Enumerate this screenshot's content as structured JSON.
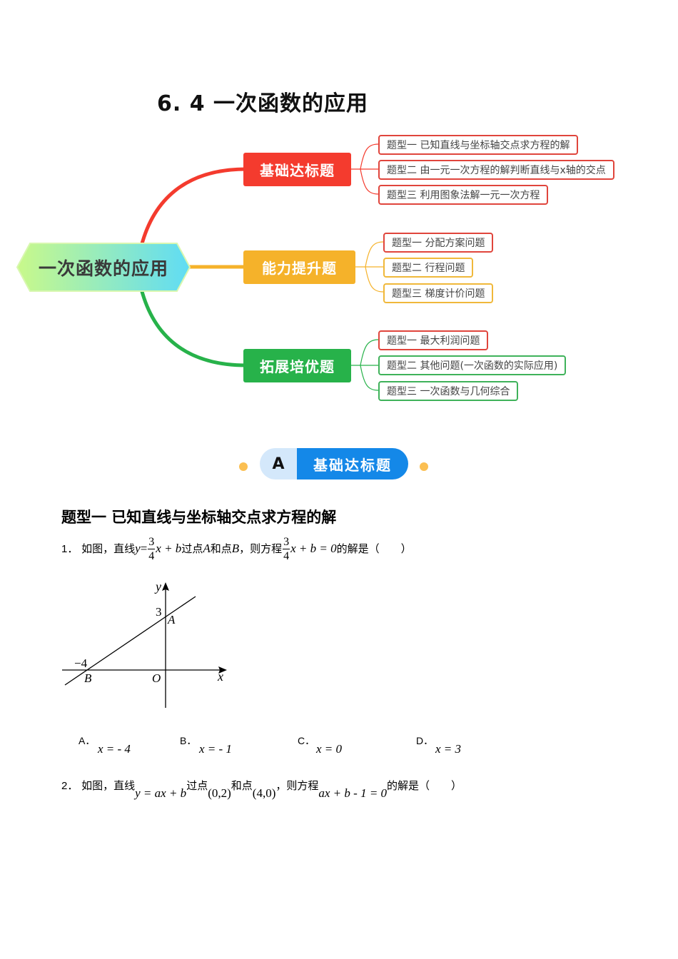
{
  "page_title": "6. 4 一次函数的应用",
  "mindmap": {
    "root": "一次函数的应用",
    "branches": [
      {
        "label": "基础达标题",
        "color": "#f43b2e",
        "leaves": [
          "题型一 已知直线与坐标轴交点求方程的解",
          "题型二 由一元一次方程的解判断直线与x轴的交点",
          "题型三 利用图象法解一元一次方程"
        ]
      },
      {
        "label": "能力提升题",
        "color": "#f5b22a",
        "leaves": [
          "题型一  分配方案问题",
          "题型二 行程问题",
          "题型三 梯度计价问题"
        ]
      },
      {
        "label": "拓展培优题",
        "color": "#27b24a",
        "leaves": [
          "题型一 最大利润问题",
          "题型二 其他问题(一次函数的实际应用)",
          "题型三 一次函数与几何综合"
        ]
      }
    ]
  },
  "section_banner": {
    "letter": "A",
    "label": "基础达标题"
  },
  "section_heading": "题型一  已知直线与坐标轴交点求方程的解",
  "questions": [
    {
      "number": "1．",
      "text_1": "如图，直线",
      "eq_lhs": "y",
      "eq_sign": "=",
      "frac_num": "3",
      "frac_den": "4",
      "eq_rest": "x + b",
      "text_2": "过点",
      "point_a": "A",
      "text_3": "和点",
      "point_b": "B",
      "text_4": "，则方程",
      "eq2_rest": "x + b = 0",
      "text_5": "的解是（　　）",
      "figure": {
        "y_label": "y",
        "x_label": "x",
        "origin": "O",
        "y_intercept": "3",
        "x_intercept": "−4",
        "point_a": "A",
        "point_b": "B"
      },
      "options": [
        {
          "label": "A．",
          "value": "x = - 4"
        },
        {
          "label": "B．",
          "value": "x = - 1"
        },
        {
          "label": "C．",
          "value": "x = 0"
        },
        {
          "label": "D．",
          "value": "x = 3"
        }
      ]
    },
    {
      "number": "2．",
      "text_1": "如图，直线",
      "eq1": "y = ax + b",
      "text_2": "过点",
      "p1": "(0,2)",
      "text_3": "和点",
      "p2": "(4,0)",
      "text_4": "，则方程",
      "eq2": "ax + b - 1 = 0",
      "text_5": "的解是（　　）"
    }
  ]
}
